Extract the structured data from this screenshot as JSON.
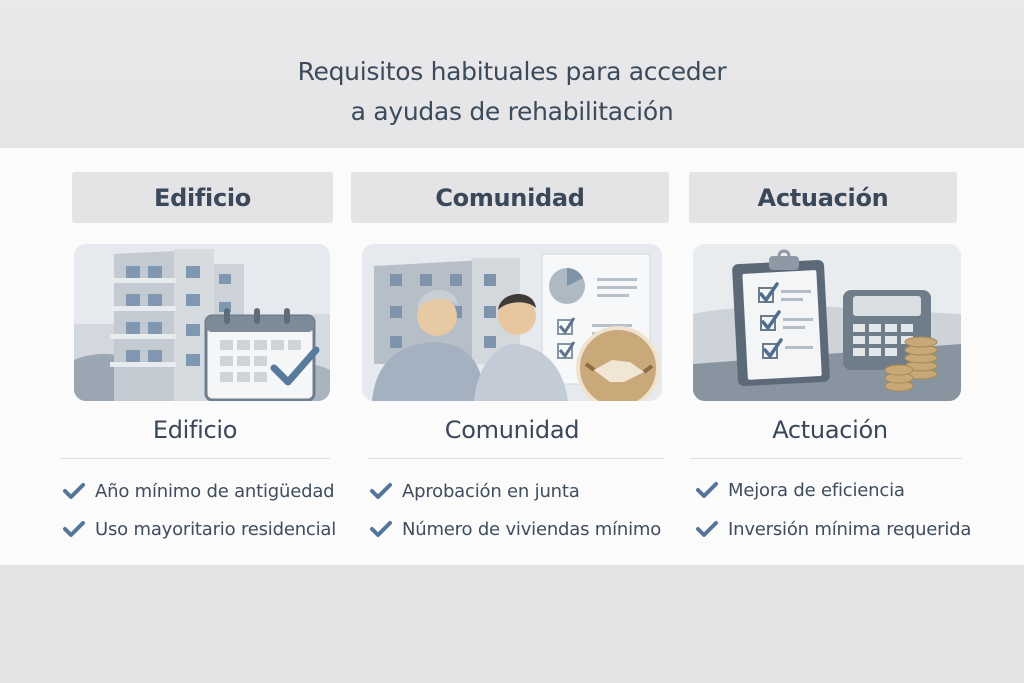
{
  "header": {
    "title_line1": "Requisitos habituales para acceder",
    "title_line2": "a ayudas de rehabilitación"
  },
  "columns": [
    {
      "tab_label": "Edificio",
      "illustration": "building-calendar-illustration",
      "subtitle": "Edificio",
      "items": [
        "Año mínimo de antigüedad",
        "Uso mayoritario residencial"
      ]
    },
    {
      "tab_label": "Comunidad",
      "illustration": "community-handshake-illustration",
      "subtitle": "Comunidad",
      "items": [
        "Aprobación en junta",
        "Número de viviendas mínimo"
      ]
    },
    {
      "tab_label": "Actuación",
      "illustration": "clipboard-calculator-illustration",
      "subtitle": "Actuación",
      "items": [
        "Mejora de eficiencia",
        "Inversión mínima requerida"
      ]
    }
  ],
  "icons": {
    "check": "checkmark-icon"
  },
  "colors": {
    "text": "#3b4a5b",
    "accent_check": "#55759a",
    "tab_bg": "#e4e4e7",
    "panel_bg": "#fbfbfc",
    "band_bg": "#e4e4e6"
  }
}
